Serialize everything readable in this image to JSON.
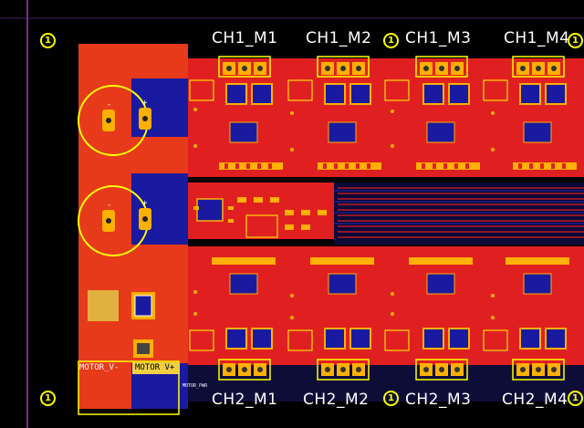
{
  "header": {
    "channel1": [
      "CH1_M1",
      "CH1_M2",
      "CH1_M3",
      "CH1_M4"
    ],
    "channel2": [
      "CH2_M1",
      "CH2_M2",
      "CH2_M3",
      "CH2_M4"
    ]
  },
  "mounting_hole_label": "1",
  "power": {
    "motor_v_minus": "MOTOR_V-",
    "motor_v_plus": "MOTOR V+",
    "motor_pwr": "MOTOR_PWR",
    "minus_sign": "-",
    "plus_sign": "+"
  },
  "colors": {
    "background": "#000000",
    "top_copper": "#e02020",
    "bottom_copper": "#1a1aa0",
    "pad": "#ffb000",
    "silkscreen": "#ffff00",
    "board_edge": "#7a2a9a"
  }
}
